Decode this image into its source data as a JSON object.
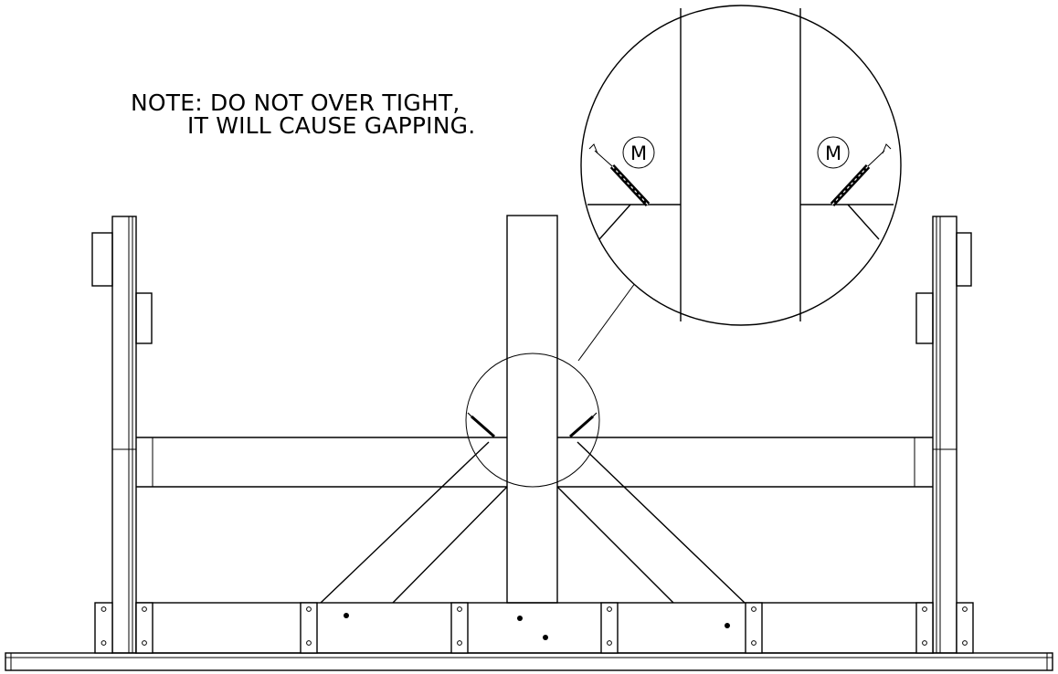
{
  "note": {
    "line1": "NOTE: DO NOT OVER TIGHT,",
    "line2": "IT WILL CAUSE GAPPING."
  },
  "callouts": {
    "left": "M",
    "right": "M"
  }
}
